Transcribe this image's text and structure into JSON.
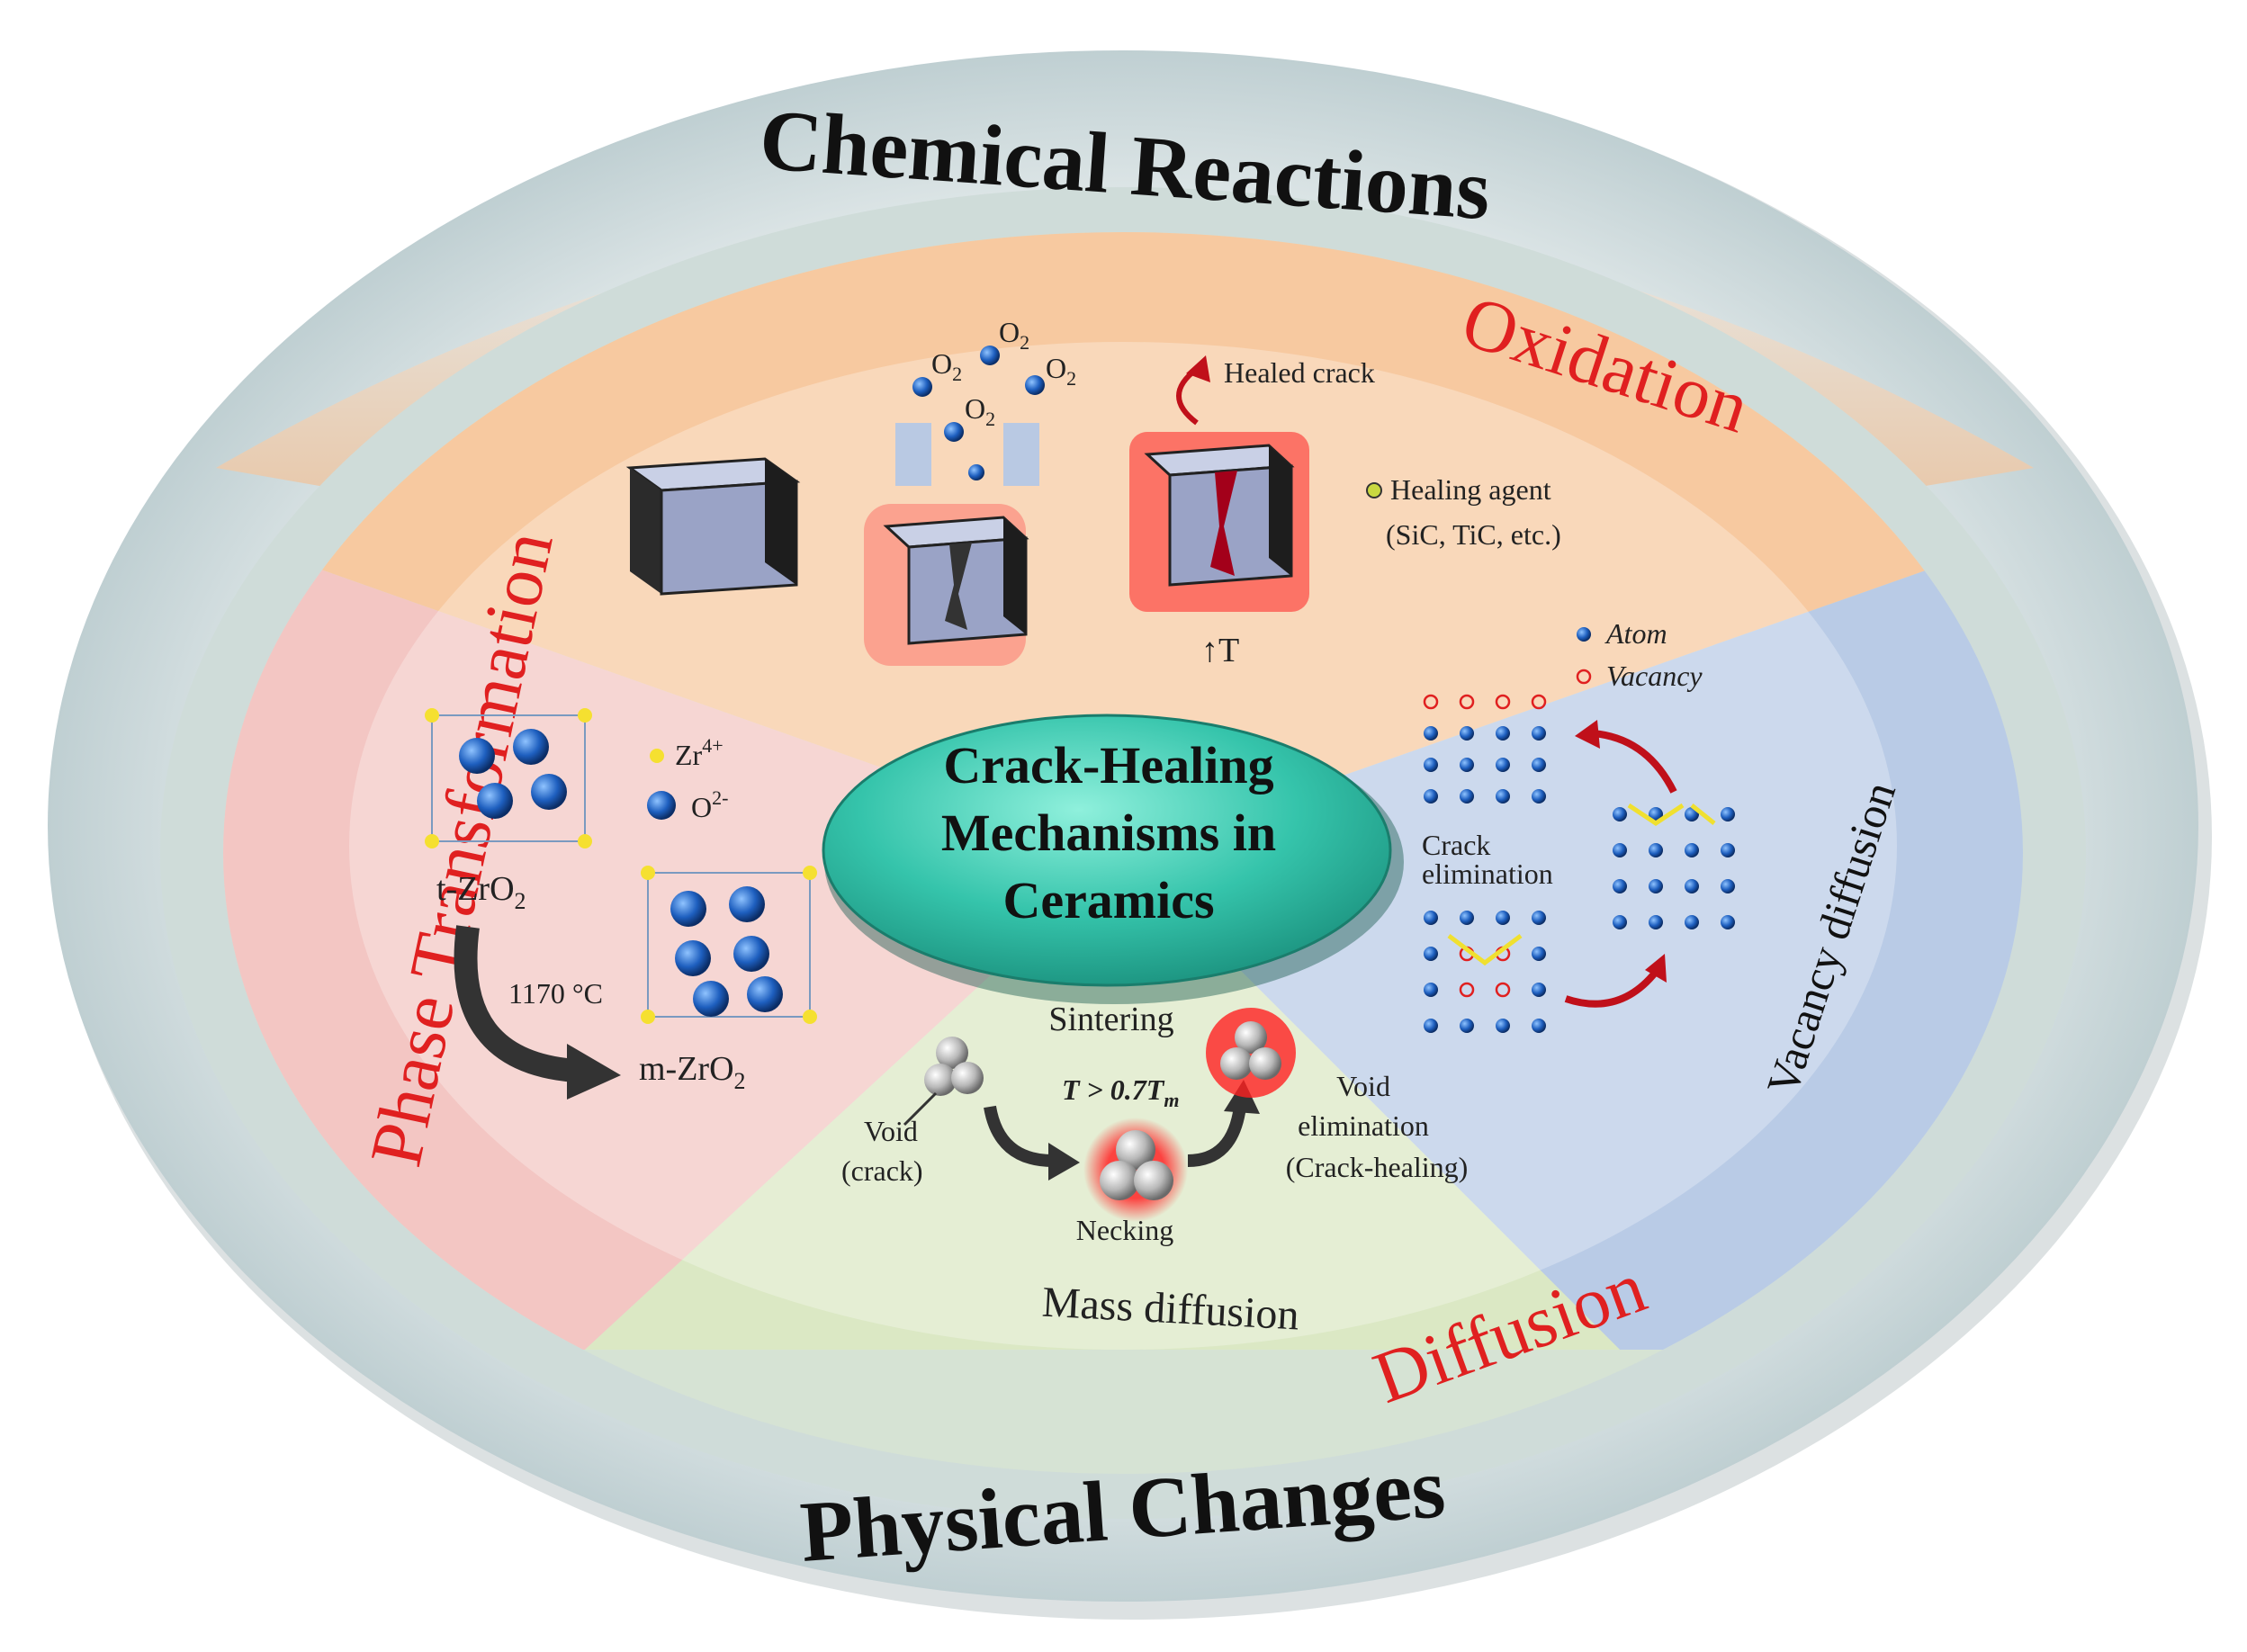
{
  "outer": {
    "chemical_reactions": "Chemical Reactions",
    "physical_changes": "Physical Changes"
  },
  "sections": {
    "oxidation": "Oxidation",
    "diffusion": "Diffusion",
    "phase_transformation": "Phase Transformation",
    "vacancy_diffusion": "Vacancy diffusion",
    "mass_diffusion": "Mass diffusion"
  },
  "center": {
    "line1": "Crack-Healing",
    "line2": "Mechanisms in",
    "line3": "Ceramics"
  },
  "oxidation_panel": {
    "o2": "O",
    "o2_sub": "2",
    "healed_crack": "Healed crack",
    "healing_agent": "Healing  agent",
    "healing_agent_examples": "(SiC, TiC, etc.)",
    "temperature": "T"
  },
  "vacancy_panel": {
    "atom": "Atom",
    "vacancy": "Vacancy",
    "crack_line1": "Crack",
    "crack_line2": "elimination"
  },
  "phase_panel": {
    "zr": "Zr",
    "zr_sup": "4+",
    "o": "O",
    "o_sup": "2-",
    "t_zro2": "t-ZrO",
    "t_zro2_sub": "2",
    "m_zro2": "m-ZrO",
    "m_zro2_sub": "2",
    "temperature": "1170 °C"
  },
  "sintering_panel": {
    "sintering": "Sintering",
    "condition": "T > 0.7T",
    "condition_sub": "m",
    "void_line1": "Void",
    "void_line2": "(crack)",
    "necking": "Necking",
    "void_elim_1": "Void",
    "void_elim_2": "elimination",
    "void_elim_3": "(Crack-healing)"
  },
  "colors": {
    "oxidation_wedge": "#f7c9a0",
    "phase_wedge": "#f3c6c3",
    "vacancy_wedge": "#b9cbe6",
    "sintering_wedge": "#dbe8c4",
    "center_fill": "#35c4ab",
    "red_text": "#e02020"
  }
}
